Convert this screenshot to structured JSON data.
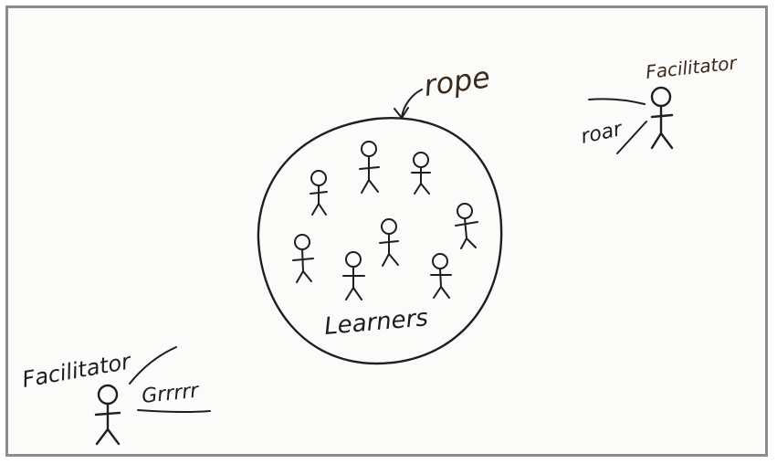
{
  "labels": {
    "rope": "rope",
    "learners": "Learners",
    "facilitator_top_right": "Facilitator",
    "facilitator_bottom_left": "Facilitator",
    "sound_top_right": "roar",
    "sound_bottom_left": "Grrrrr"
  },
  "figures": {
    "learner_count": 8,
    "facilitator_count": 2
  },
  "colors": {
    "ink": "#1e1e1e",
    "label_ink": "#3b2a1c",
    "frame_border": "#8c8c8c",
    "paper": "#fbfbfa"
  }
}
